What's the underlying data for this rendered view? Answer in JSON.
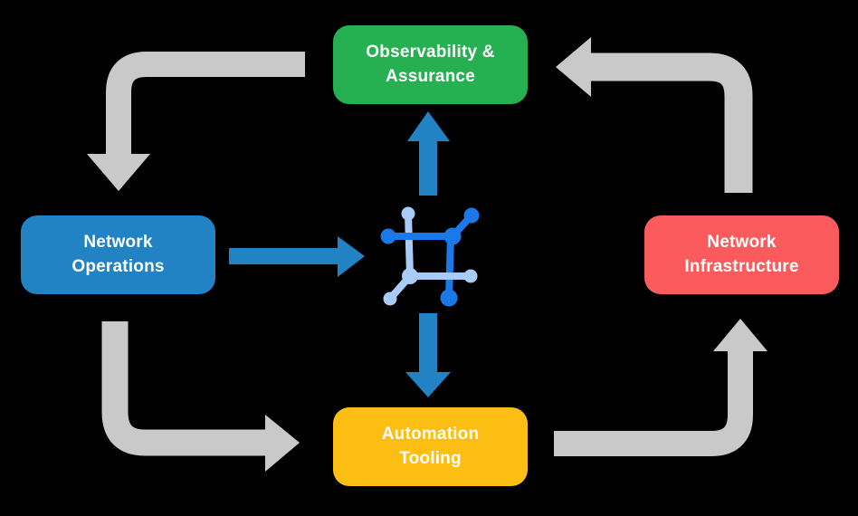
{
  "colors": {
    "background": "#000000",
    "box-green": "#27B052",
    "box-blue": "#2182C4",
    "box-red": "#FB5B5C",
    "box-yellow": "#FDBE13",
    "arrow-blue": "#2182C4",
    "arrow-gray": "#C9C9C9",
    "icon-blue-dark": "#1A78E8",
    "icon-blue-light": "#A9CBF8",
    "label-text": "#FFFFFF"
  },
  "nodes": {
    "observability": {
      "label": "Observability &\nAssurance"
    },
    "operations": {
      "label": "Network\nOperations"
    },
    "infrastructure": {
      "label": "Network\nInfrastructure"
    },
    "tooling": {
      "label": "Automation\nTooling"
    }
  },
  "center_icon": {
    "name": "network-mesh-icon"
  },
  "edges": [
    {
      "from": "operations",
      "to": "center-icon",
      "style": "blue-straight",
      "direction": "right"
    },
    {
      "from": "center-icon",
      "to": "observability",
      "style": "blue-straight",
      "direction": "up"
    },
    {
      "from": "center-icon",
      "to": "tooling",
      "style": "blue-straight",
      "direction": "down"
    },
    {
      "from": "observability",
      "to": "operations",
      "style": "gray-elbow",
      "direction": "left-then-down"
    },
    {
      "from": "operations",
      "to": "tooling",
      "style": "gray-elbow",
      "direction": "down-then-right"
    },
    {
      "from": "tooling",
      "to": "infrastructure",
      "style": "gray-elbow",
      "direction": "right-then-up"
    },
    {
      "from": "infrastructure",
      "to": "observability",
      "style": "gray-elbow",
      "direction": "up-then-left"
    }
  ]
}
